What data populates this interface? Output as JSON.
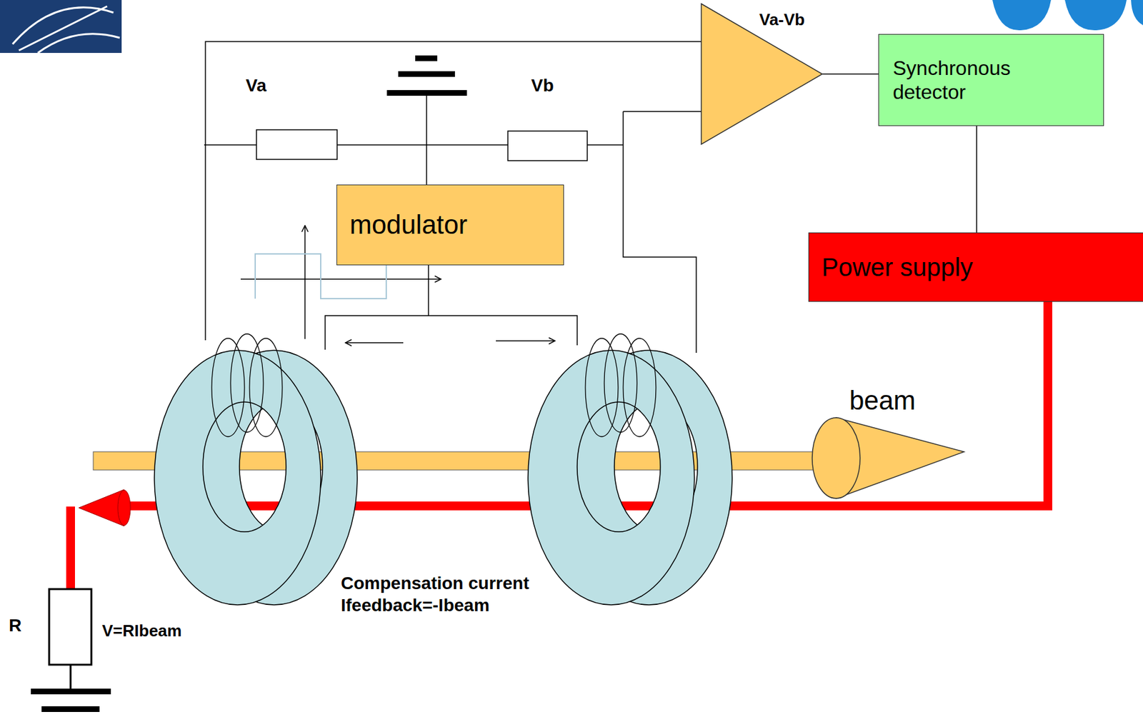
{
  "diagram": {
    "nodes": [
      {
        "text": [
          "Va-Vb"
        ]
      },
      {
        "text": [
          "Synchronous detector"
        ]
      },
      {
        "text": [
          "modulator"
        ]
      },
      {
        "text": [
          "Power supply"
        ]
      }
    ],
    "edges": [
      {
        "from": 0,
        "to": 1,
        "arrow": "none"
      },
      {
        "from": 1,
        "to": 3,
        "arrow": "none"
      }
    ],
    "labels": [
      "Va",
      "Vb",
      "beam",
      "Compensation current Ifeedback=-Ibeam",
      "R",
      "V=RIbeam"
    ]
  }
}
